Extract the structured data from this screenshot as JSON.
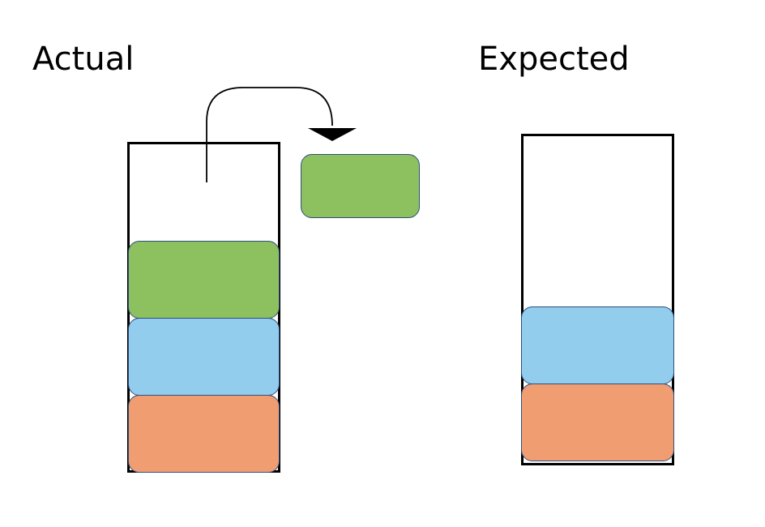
{
  "labels": {
    "actual": "Actual",
    "expected": "Expected"
  },
  "colors": {
    "green": "#8dc05f",
    "blue": "#92cdee",
    "orange": "#f19d72",
    "block_border": "#2f4f80",
    "outline": "#000000"
  },
  "actual_stack": {
    "blocks_bottom_to_top": [
      "orange",
      "blue",
      "green"
    ]
  },
  "popped_block": {
    "color": "green"
  },
  "expected_stack": {
    "blocks_bottom_to_top": [
      "orange",
      "blue"
    ]
  },
  "arrow": {
    "icon": "curved-arrow-icon",
    "from": "actual-stack",
    "to": "popped-block"
  }
}
